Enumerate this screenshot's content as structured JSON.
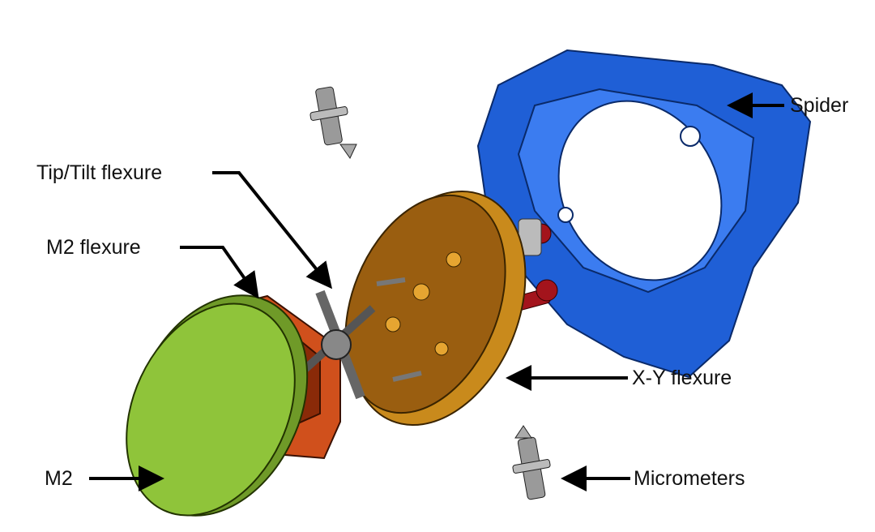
{
  "labels": {
    "spider": "Spider",
    "tip_tilt_flexure": "Tip/Tilt flexure",
    "m2_flexure": "M2 flexure",
    "xy_flexure": "X-Y flexure",
    "m2": "M2",
    "micrometers": "Micrometers"
  },
  "colors": {
    "spider": "#1f5fd6",
    "xy_flexure": "#c98a1c",
    "m2_flexure": "#d0501c",
    "m2": "#8fc43a",
    "knobs": "#a3141c",
    "micrometer": "#9a9a9a"
  }
}
